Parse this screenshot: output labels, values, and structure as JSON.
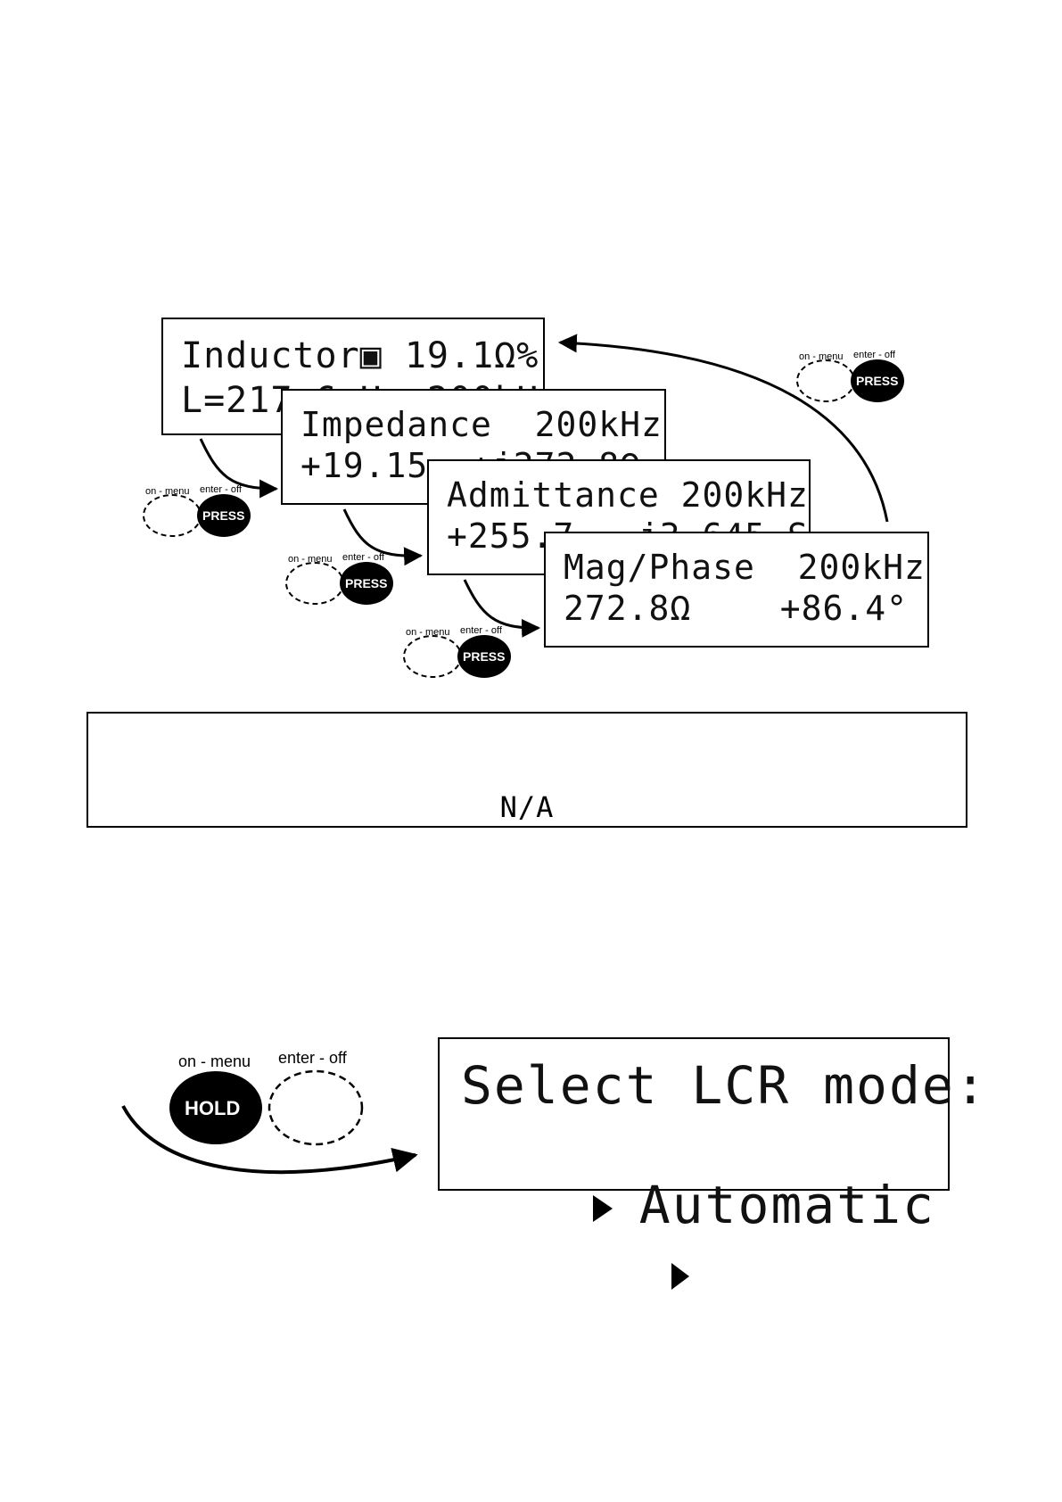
{
  "screens": {
    "inductor": {
      "line1": "Inductor▣ 19.1Ω%",
      "line2": "L=217.6 H  200kHz"
    },
    "impedance": {
      "line1": "Impedance  200kHz",
      "line2": "+19.15  +j272.8Ω"
    },
    "admittance": {
      "line1": "Admittance 200kHz",
      "line2": "+255.7  -j3.645 S"
    },
    "mag_phase": {
      "line1": "Mag/Phase  200kHz",
      "line2_left": "272.8Ω",
      "line2_right": "+86.4°"
    }
  },
  "press_buttons": {
    "left_label": "on - menu",
    "right_label": "enter - off",
    "press_text": "PRESS"
  },
  "na_box": {
    "text": "N/A"
  },
  "hold_button": {
    "left_label": "on - menu",
    "right_label": "enter - off",
    "hold_text": "HOLD"
  },
  "menu_screen": {
    "line1": "Select LCR mode:",
    "line2": "Automatic"
  },
  "icons": {
    "cursor": "right-triangle-cursor-icon",
    "arrow": "curved-arrow-icon"
  }
}
